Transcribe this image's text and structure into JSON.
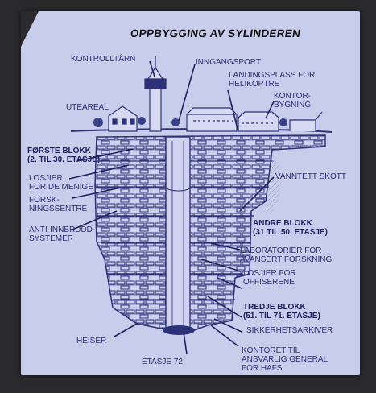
{
  "title": "OPPBYGGING AV SYLINDEREN",
  "labels": {
    "kontrolltarn": "KONTROLLTÅRN",
    "inngangsport": "INNGANGSPORT",
    "landingsplass": "LANDINGSPLASS FOR\nHELIKOPTRE",
    "kontorbygning": "KONTOR-\nBYGNING",
    "uteareal": "UTEAREAL",
    "forste_blokk": "FØRSTE BLOKK\n(2. TIL 30. ETASJE)",
    "losjier_menige": "LOSJIER\nFOR DE MENIGE",
    "forskningssentre": "FORSK-\nNINGSSENTRE",
    "anti_innbrudd": "ANTI-INNBRUDD-\nSYSTEMER",
    "vanntett_skott": "VANNTETT SKOTT",
    "andre_blokk": "ANDRE BLOKK\n(31 TIL 50. ETASJE)",
    "laboratorier": "LABORATORIER FOR\nAVANSERT FORSKNING",
    "losjier_offiserene": "LOSJIER FOR\nOFFISERENE",
    "tredje_blokk": "TREDJE BLOKK\n(51. TIL 71. ETASJE)",
    "sikkerhetsarkiver": "SIKKERHETSARKIVER",
    "heiser": "HEISER",
    "etasje_72": "ETASJE 72",
    "kontoret": "KONTORET TIL\nANSVARLIG GENERAL\nFOR HAFS"
  }
}
